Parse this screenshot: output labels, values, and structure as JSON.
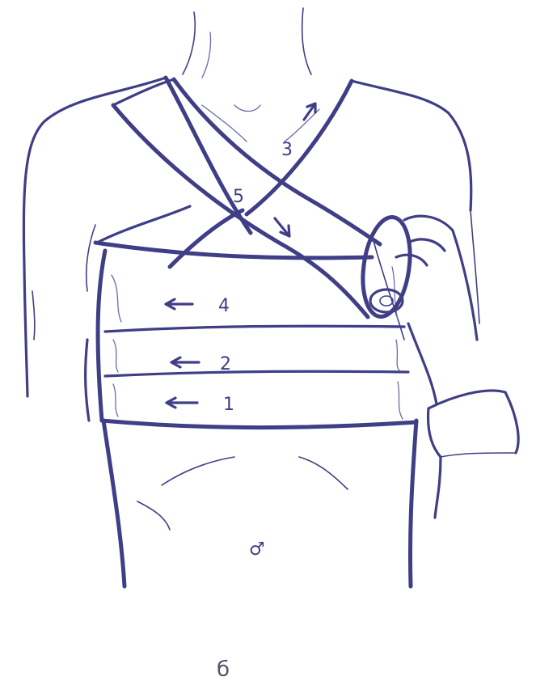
{
  "figure": {
    "caption": "б",
    "ink_color": "#3f3e86",
    "body_mark": "♂"
  },
  "bandage_turns": [
    {
      "number": "4"
    },
    {
      "number": "2"
    },
    {
      "number": "1"
    },
    {
      "number": "3"
    },
    {
      "number": "5"
    }
  ]
}
